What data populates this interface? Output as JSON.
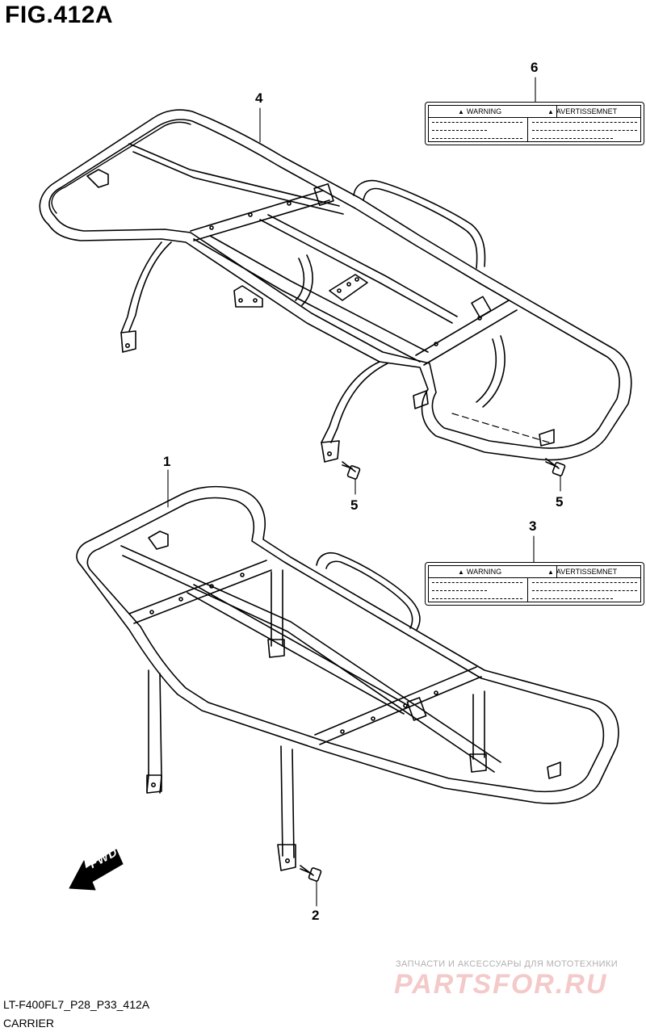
{
  "title": "FIG.412A",
  "callouts": [
    {
      "id": "1",
      "text": "1"
    },
    {
      "id": "2",
      "text": "2"
    },
    {
      "id": "3",
      "text": "3"
    },
    {
      "id": "4",
      "text": "4"
    },
    {
      "id": "5a",
      "text": "5"
    },
    {
      "id": "5b",
      "text": "5"
    },
    {
      "id": "6",
      "text": "6"
    }
  ],
  "warning_label": {
    "left_header": "WARNING",
    "right_header": "AVERTISSEMNET"
  },
  "direction_arrow": "FWD",
  "watermark": {
    "tagline": "ЗАПЧАСТИ И АКСЕССУАРЫ ДЛЯ МОТОТЕХНИКИ",
    "brand": "PARTSFOR.RU"
  },
  "footer": {
    "drawing_code": "LT-F400FL7_P28_P33_412A",
    "section_name": "CARRIER"
  },
  "icons": {
    "warning": "warning-triangle-icon",
    "arrow": "fwd-arrow-icon",
    "bolt": "bolt-icon"
  }
}
